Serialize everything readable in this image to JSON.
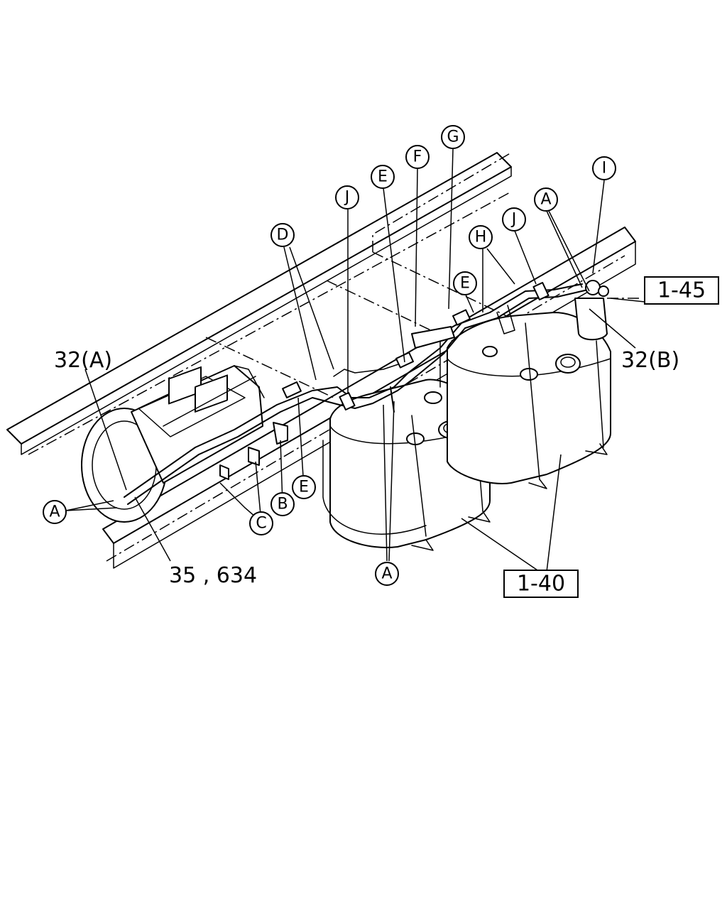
{
  "callouts": {
    "a_left": "A",
    "a_bottom": "A",
    "a_top_right": "A",
    "b": "B",
    "c": "C",
    "d": "D",
    "e_lower": "E",
    "e_mid": "E",
    "e_right": "E",
    "f": "F",
    "g": "G",
    "h": "H",
    "i": "I",
    "j_center": "J",
    "j_right": "J"
  },
  "references": {
    "part_32a": "32(A)",
    "part_32b": "32(B)",
    "part_35_634": "35 , 634"
  },
  "boxed_references": {
    "box_1_40": "1-40",
    "box_1_45": "1-45"
  }
}
